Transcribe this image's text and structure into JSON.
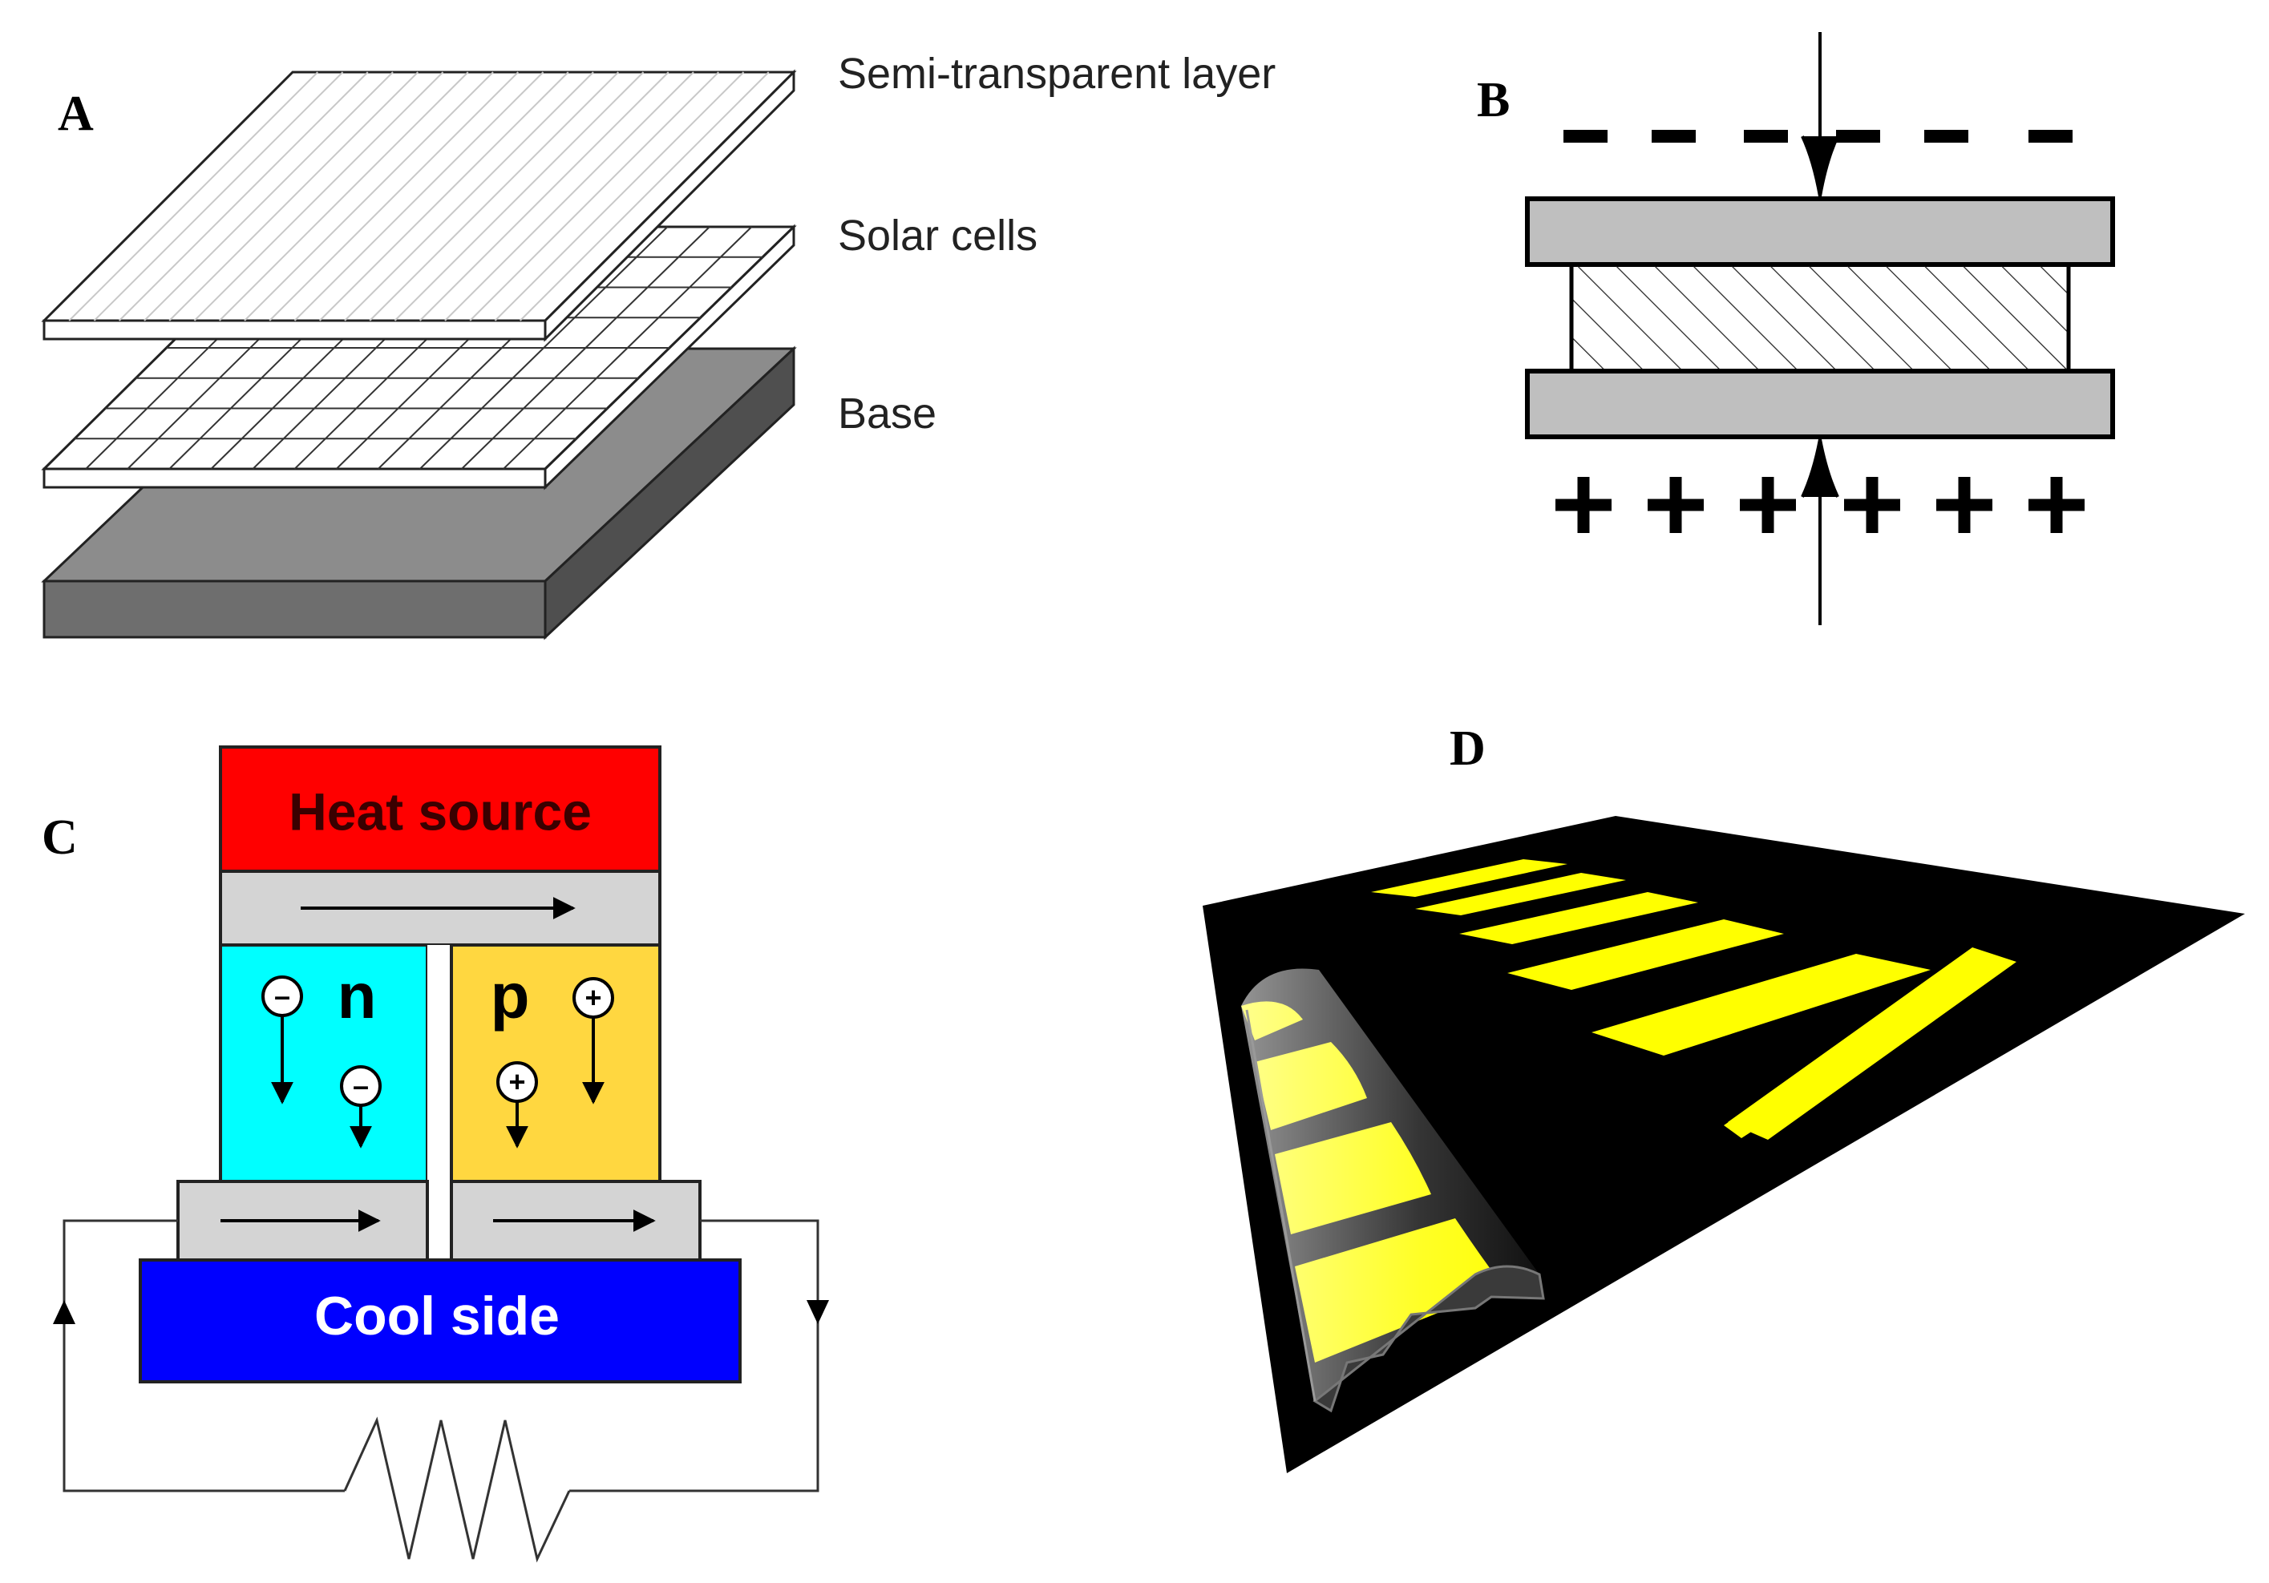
{
  "panels": {
    "a": {
      "label": "A",
      "layers": {
        "top": "Semi-transparent layer",
        "middle": "Solar cells",
        "bottom": "Base"
      }
    },
    "b": {
      "label": "B",
      "top_charge_symbols": "– – – – – –",
      "bottom_charge_symbols": "+ + + + + +"
    },
    "c": {
      "label": "C",
      "heat_source": "Heat source",
      "cool_side": "Cool side",
      "n_label": "n",
      "p_label": "p",
      "minus_sign": "–",
      "plus_sign": "+"
    },
    "d": {
      "label": "D"
    }
  },
  "colors": {
    "heat_source": "#ff0000",
    "cool_side": "#0000ff",
    "n_type": "#00ffff",
    "p_type": "#ffd740",
    "conductor": "#d4d4d4",
    "base_layer": "#7f7f7f",
    "road": "#000000",
    "stripe": "#ffff00"
  }
}
